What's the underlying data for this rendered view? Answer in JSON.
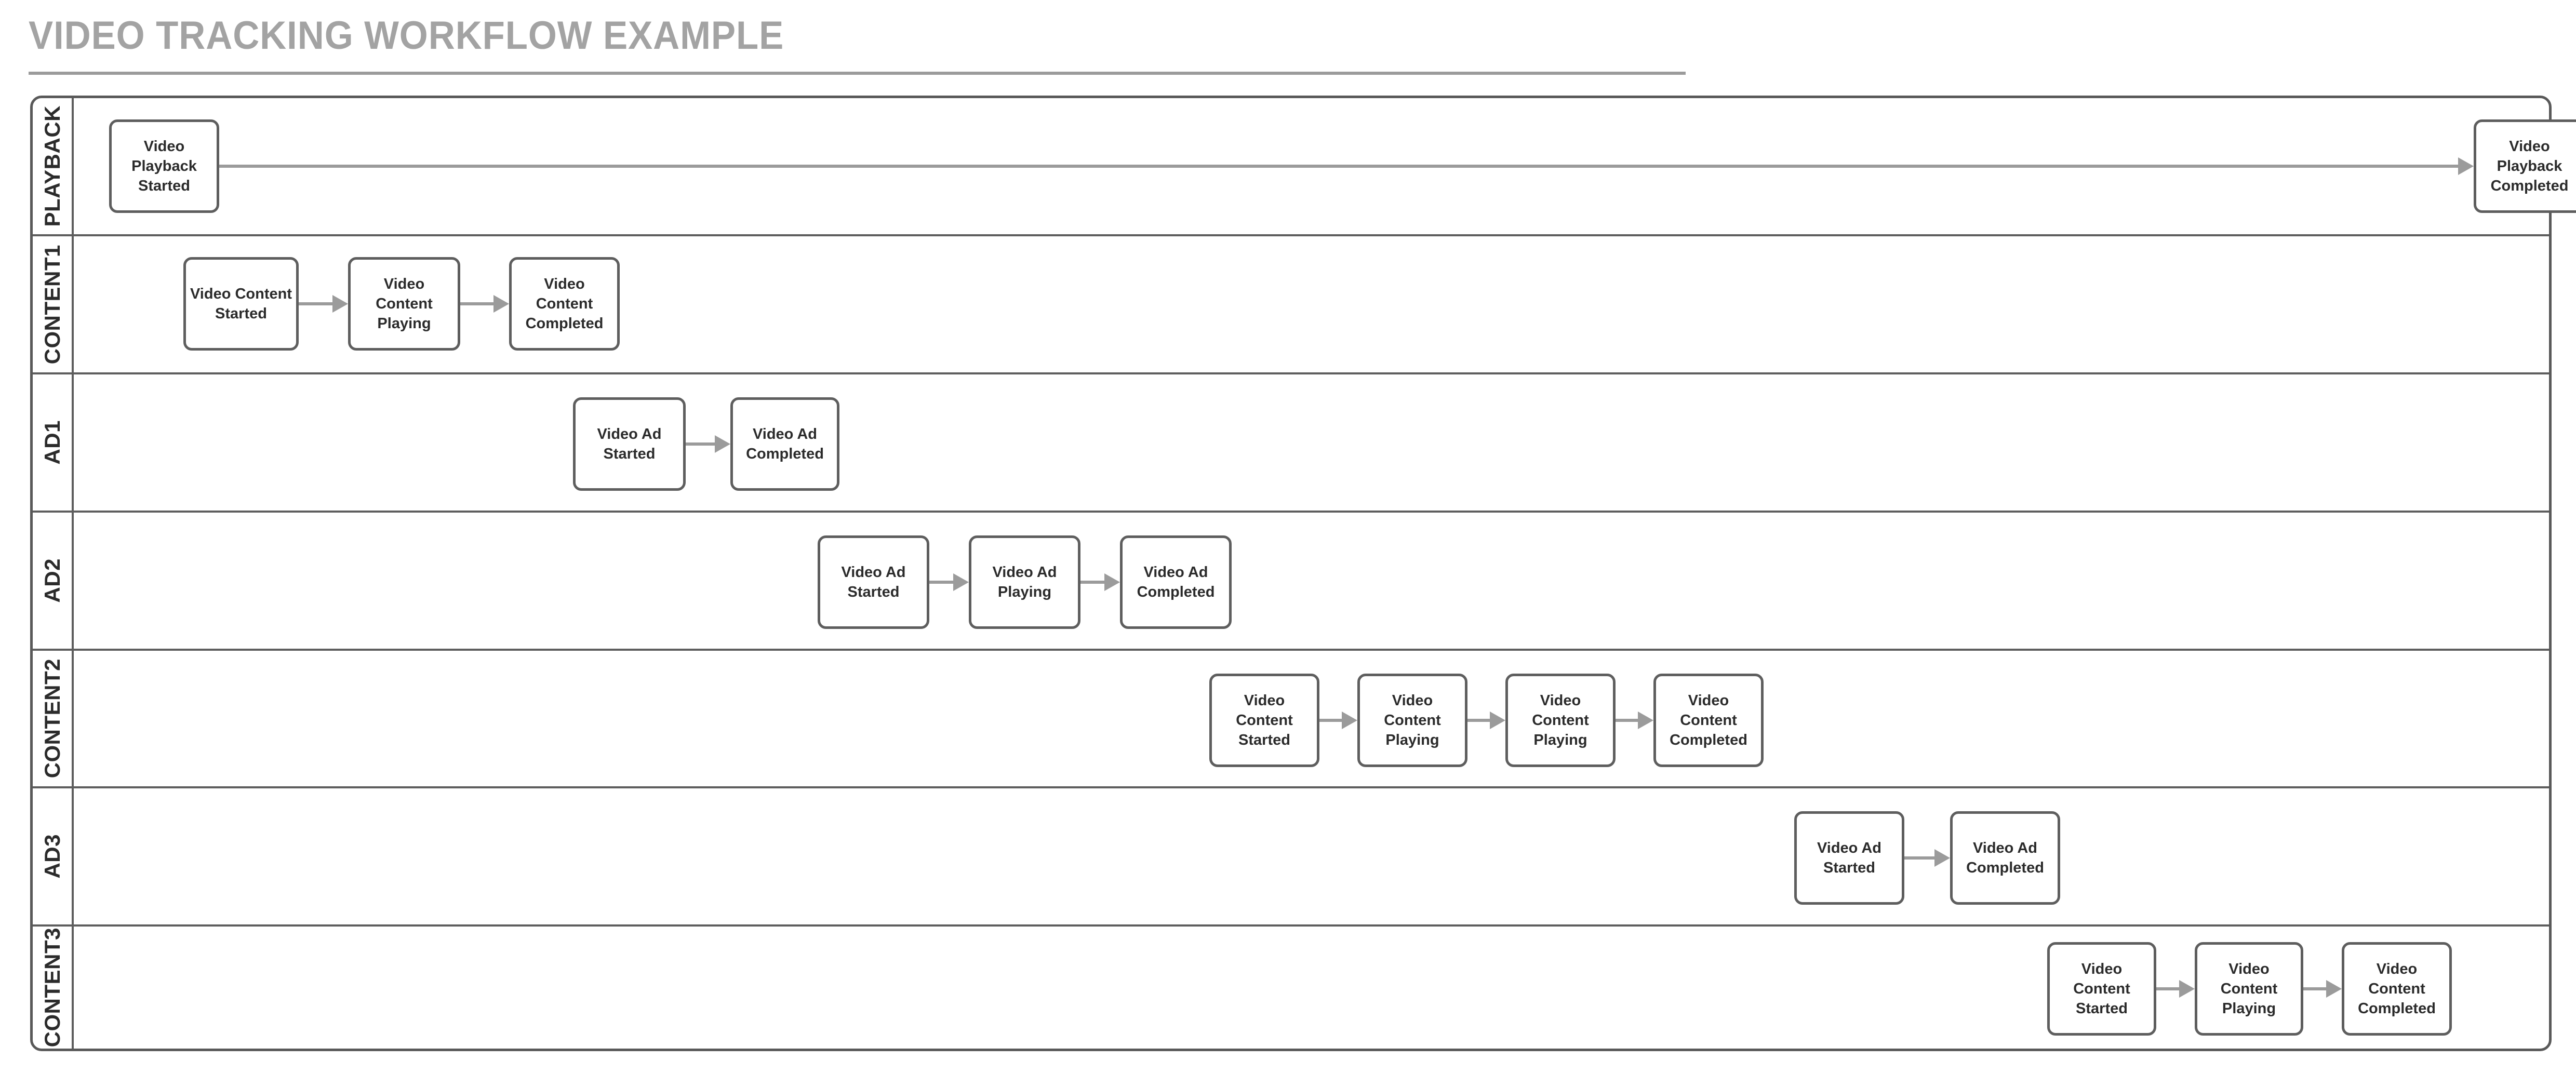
{
  "page": {
    "title": "VIDEO TRACKING WORKFLOW EXAMPLE"
  },
  "colors": {
    "title_gray": "#a3a3a3",
    "rule_gray": "#9b9b9b",
    "lane_border": "#5e5e5e",
    "node_border": "#5e5e5e",
    "node_fill": "#ffffff",
    "node_text": "#2b2b2b",
    "connector": "#9b9b9b",
    "background": "#ffffff"
  },
  "diagram": {
    "type": "swimlane-flowchart",
    "lanes": [
      {
        "label": "PLAYBACK",
        "nodes": [
          {
            "id": "playback-started",
            "label": "Video Playback\nStarted"
          },
          {
            "id": "playback-completed",
            "label": "Video Playback\nCompleted"
          }
        ],
        "connections": [
          {
            "from": "playback-started",
            "to": "playback-completed"
          }
        ]
      },
      {
        "label": "CONTENT1",
        "nodes": [
          {
            "id": "c1-started",
            "label": "Video Content\nStarted"
          },
          {
            "id": "c1-playing",
            "label": "Video Content\nPlaying"
          },
          {
            "id": "c1-completed",
            "label": "Video Content\nCompleted"
          }
        ],
        "connections": [
          {
            "from": "c1-started",
            "to": "c1-playing"
          },
          {
            "from": "c1-playing",
            "to": "c1-completed"
          }
        ]
      },
      {
        "label": "AD1",
        "nodes": [
          {
            "id": "ad1-started",
            "label": "Video Ad Started"
          },
          {
            "id": "ad1-completed",
            "label": "Video Ad\nCompleted"
          }
        ],
        "connections": [
          {
            "from": "ad1-started",
            "to": "ad1-completed"
          }
        ]
      },
      {
        "label": "AD2",
        "nodes": [
          {
            "id": "ad2-started",
            "label": "Video Ad Started"
          },
          {
            "id": "ad2-playing",
            "label": "Video Ad Playing"
          },
          {
            "id": "ad2-completed",
            "label": "Video Ad\nCompleted"
          }
        ],
        "connections": [
          {
            "from": "ad2-started",
            "to": "ad2-playing"
          },
          {
            "from": "ad2-playing",
            "to": "ad2-completed"
          }
        ]
      },
      {
        "label": "CONTENT2",
        "nodes": [
          {
            "id": "c2-started",
            "label": "Video Content\nStarted"
          },
          {
            "id": "c2-playing-1",
            "label": "Video Content\nPlaying"
          },
          {
            "id": "c2-playing-2",
            "label": "Video Content\nPlaying"
          },
          {
            "id": "c2-completed",
            "label": "Video Content\nCompleted"
          }
        ],
        "connections": [
          {
            "from": "c2-started",
            "to": "c2-playing-1"
          },
          {
            "from": "c2-playing-1",
            "to": "c2-playing-2"
          },
          {
            "from": "c2-playing-2",
            "to": "c2-completed"
          }
        ]
      },
      {
        "label": "AD3",
        "nodes": [
          {
            "id": "ad3-started",
            "label": "Video Ad Started"
          },
          {
            "id": "ad3-completed",
            "label": "Video Ad\nCompleted"
          }
        ],
        "connections": [
          {
            "from": "ad3-started",
            "to": "ad3-completed"
          }
        ]
      },
      {
        "label": "CONTENT3",
        "nodes": [
          {
            "id": "c3-started",
            "label": "Video Content\nStarted"
          },
          {
            "id": "c3-playing",
            "label": "Video Content\nPlaying"
          },
          {
            "id": "c3-completed",
            "label": "Video Content\nCompleted"
          }
        ],
        "connections": [
          {
            "from": "c3-started",
            "to": "c3-playing"
          },
          {
            "from": "c3-playing",
            "to": "c3-completed"
          }
        ]
      }
    ]
  }
}
